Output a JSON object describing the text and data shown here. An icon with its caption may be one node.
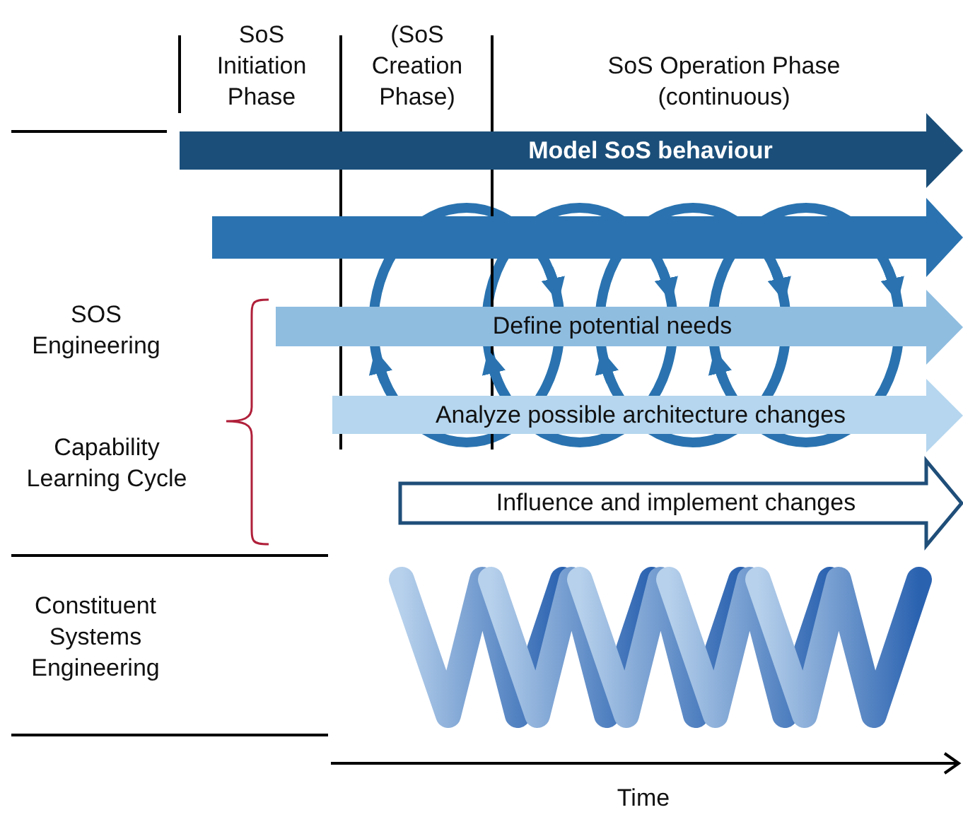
{
  "diagram": {
    "nodes": [
      {
        "text": [
          "Model SoS behaviour"
        ]
      },
      {
        "text": [],
        "shape": "arrow"
      },
      {
        "text": [
          "Define potential needs"
        ]
      },
      {
        "text": [
          "Analyze possible architecture changes"
        ]
      },
      {
        "text": [
          "Influence and implement changes"
        ]
      }
    ],
    "edges": [
      {
        "from": 3,
        "to": 2,
        "arrow": "to"
      },
      {
        "from": 1,
        "to": 2,
        "arrow": "to"
      },
      {
        "from": 3,
        "to": 2,
        "arrow": "to"
      },
      {
        "from": 1,
        "to": 2,
        "arrow": "to"
      },
      {
        "from": 3,
        "to": 2,
        "arrow": "to"
      },
      {
        "from": 1,
        "to": 2,
        "arrow": "to"
      },
      {
        "from": 3,
        "to": 2,
        "arrow": "to"
      },
      {
        "from": 1,
        "to": 2,
        "arrow": "to"
      }
    ],
    "labels": [
      "SoS Initiation Phase",
      "(SoS Creation Phase)",
      "SoS Operation Phase (continuous)",
      "SOS Engineering",
      "Capability Learning Cycle",
      "Constituent Systems Engineering",
      "Time"
    ]
  }
}
